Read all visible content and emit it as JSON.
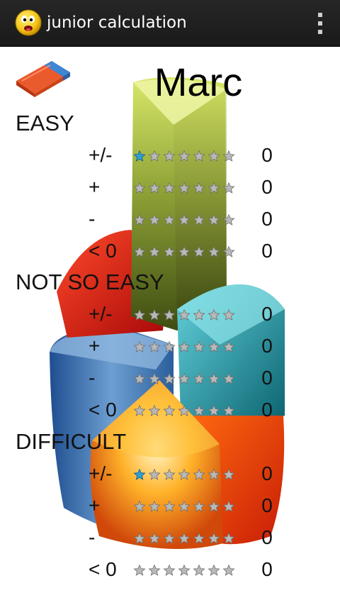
{
  "app": {
    "title": "junior calculation",
    "icon": "smiley-face-icon",
    "menu_icon": "overflow-menu-icon"
  },
  "player": {
    "name": "Marc"
  },
  "eraser_icon": "eraser-icon",
  "star_count": 7,
  "colors": {
    "star_empty": "#b8b8b8",
    "star_filled": "#2f9fd6"
  },
  "levels": [
    {
      "title": "EASY",
      "rows": [
        {
          "op": "+/-",
          "score": "0",
          "filled": 1
        },
        {
          "op": "+",
          "score": "0",
          "filled": 0
        },
        {
          "op": "-",
          "score": "0",
          "filled": 0
        },
        {
          "op": "< 0",
          "score": "0",
          "filled": 0
        }
      ]
    },
    {
      "title": "NOT SO EASY",
      "rows": [
        {
          "op": "+/-",
          "score": "0",
          "filled": 0
        },
        {
          "op": "+",
          "score": "0",
          "filled": 0
        },
        {
          "op": "-",
          "score": "0",
          "filled": 0
        },
        {
          "op": "< 0",
          "score": "0",
          "filled": 0
        }
      ]
    },
    {
      "title": "DIFFICULT",
      "rows": [
        {
          "op": "+/-",
          "score": "0",
          "filled": 1
        },
        {
          "op": "+",
          "score": "0",
          "filled": 0
        },
        {
          "op": "-",
          "score": "0",
          "filled": 0
        },
        {
          "op": "< 0",
          "score": "0",
          "filled": 0
        }
      ]
    }
  ]
}
